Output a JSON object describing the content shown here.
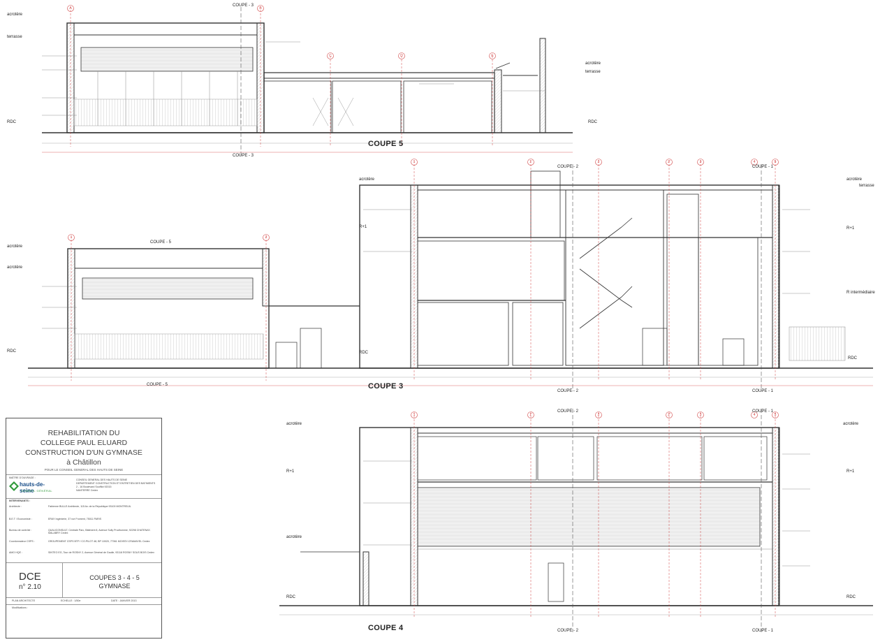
{
  "sections": {
    "coupe5": {
      "title": "COUPE 5",
      "cut_a": "COUPE - 3",
      "cut_b": "COUPE - 3"
    },
    "coupe3": {
      "title": "COUPE 3",
      "cut_left": "COUPE - 5",
      "cut_mid": "COUPE - 2",
      "cut_right": "COUPE - 1"
    },
    "coupe4": {
      "title": "COUPE 4",
      "cut_mid": "COUPE - 2",
      "cut_right": "COUPE - 1"
    }
  },
  "levels": {
    "acrotere": "acrotère",
    "terrasse": "terrasse",
    "rdc": "RDC",
    "r1": "R+1",
    "r_intermediaire": "R intermédiaire"
  },
  "grid_labels": {
    "coupe5": [
      "A",
      "B",
      "C",
      "D",
      "E"
    ],
    "coupe3_left": [
      "1",
      "2"
    ],
    "coupe3_right": [
      "1",
      "1'",
      "2",
      "2'",
      "3",
      "4",
      "5"
    ],
    "coupe4": [
      "1",
      "1'",
      "2",
      "2'",
      "3",
      "4",
      "5"
    ]
  },
  "cartouche": {
    "title_lines": [
      "REHABILITATION DU",
      "COLLEGE PAUL ELUARD",
      "CONSTRUCTION D'UN GYMNASE",
      "à Châtillon"
    ],
    "subtitle": "POUR LE CONSEIL GENERAL DES HAUTS DE SEINE",
    "maitre_ouvrage_label": "MAÎTRE D'OUVRAGE :",
    "logo_text": "hauts-de-seine",
    "logo_sub": "CONSEIL GÉNÉRAL",
    "client_lines": [
      "CONSEIL GENERAL DES HAUTS DE SEINE",
      "DEPARTEMENT CONSTRUCTION ET ENTRETIEN DES BATIMENTS",
      "2 - 16 Boulevard Soufflot 92015",
      "NANTERRE Cedex"
    ],
    "intervenants_label": "INTERVENANTS :",
    "intervenants": [
      {
        "role": "Architecte :",
        "info": "Fabienne BULLE Architecte, 115 Av. de la République 93100 MONTREUIL"
      },
      {
        "role": "B.E.T / Economiste :",
        "info": "ERAY Ingénierie, 37 rue Froment, 75011 PARIS"
      },
      {
        "role": "Bureau de contrôle :",
        "info": "QUALICONSULT, Centrale Parc, Bâtiment 8, Avenue Sully Prudhomme, 92298 CHATENAY-MALABRY Cedex"
      },
      {
        "role": "Coordonnateur CSPS :",
        "info": "GROUPEMENT CSPS BTP / CO.PILOT 48, BP 10020, 77061 MOISSY-CRAMAYEL Cedex"
      },
      {
        "role": "AMO HQE :",
        "info": "SINTEO EG, Tour de ROSNY 2, Avenue Général de Gaulle, 93118 ROSNY SOUS BOIS Cedex"
      }
    ],
    "phase": "DCE",
    "number": "n° 2.10",
    "drawing_title_lines": [
      "COUPES 3 - 4 - 5",
      "GYMNASE"
    ],
    "plan_label": "PLAN ARCHITECTE",
    "scale": "ECHELLE : 1/50e",
    "date": "DATE : JANVIER 2013",
    "modifications": "Modifications :"
  },
  "colors": {
    "line": "#333333",
    "light_line": "#9a9a9a",
    "grid_red": "#d04040",
    "hatch": "#c8c8c8",
    "logo_green": "#2f9a3a",
    "logo_blue": "#1b4f8a"
  }
}
